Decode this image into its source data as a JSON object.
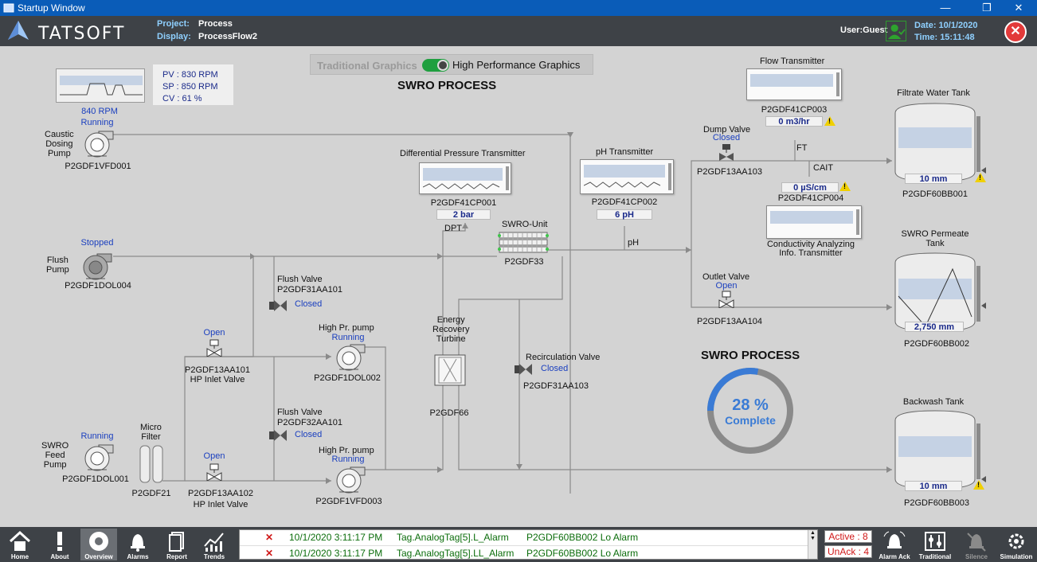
{
  "window": {
    "title": "Startup Window",
    "minimize": "—",
    "maximize": "❐",
    "close": "✕"
  },
  "header": {
    "logo": "TATSOFT",
    "project_label": "Project:",
    "project_value": "Process",
    "display_label": "Display:",
    "display_value": "ProcessFlow2",
    "user": "User:Guest",
    "date_label": "Date: 10/1/2020",
    "time_label": "Time: 15:11:48"
  },
  "toggle": {
    "off_label": "Traditional Graphics",
    "on_label": "High Performance Graphics"
  },
  "trend": {
    "rpm": "840 RPM",
    "status": "Running",
    "pv": "PV : 830 RPM",
    "sp": "SP : 850 RPM",
    "cv": "CV : 61 %"
  },
  "titles": {
    "main": "SWRO PROCESS",
    "secondary": "SWRO PROCESS"
  },
  "gauge": {
    "value": "28 %",
    "label": "Complete",
    "fraction": 0.28
  },
  "equipment": {
    "caustic_pump": {
      "name": "Caustic\nDosing\nPump",
      "tag": "P2GDF1VFD001"
    },
    "flush_pump": {
      "name": "Flush\nPump",
      "status": "Stopped",
      "tag": "P2GDF1DOL004"
    },
    "swro_feed_pump": {
      "name": "SWRO\nFeed\nPump",
      "status": "Running",
      "tag": "P2GDF1DOL001"
    },
    "micro_filter": {
      "name": "Micro\nFilter",
      "tag": "P2GDF21"
    },
    "hp_inlet_valve_1": {
      "status": "Open",
      "tag": "P2GDF13AA101",
      "name": "HP Inlet Valve"
    },
    "hp_inlet_valve_2": {
      "status": "Open",
      "tag": "P2GDF13AA102",
      "name": "HP Inlet Valve"
    },
    "flush_valve_1": {
      "name": "Flush Valve",
      "tag": "P2GDF31AA101",
      "status": "Closed"
    },
    "flush_valve_2": {
      "name": "Flush Valve",
      "tag": "P2GDF32AA101",
      "status": "Closed"
    },
    "hp_pump_1": {
      "name": "High Pr. pump",
      "status": "Running",
      "tag": "P2GDF1DOL002"
    },
    "hp_pump_2": {
      "name": "High Pr. pump",
      "status": "Running",
      "tag": "P2GDF1VFD003"
    },
    "energy_turbine": {
      "name": "Energy\nRecovery\nTurbine",
      "tag": "P2GDF66"
    },
    "recirc_valve": {
      "name": "Recirculation Valve",
      "status": "Closed",
      "tag": "P2GDF31AA103"
    },
    "dpt": {
      "name": "Differential Pressure Transmitter",
      "tag": "P2GDF41CP001",
      "value": "2 bar",
      "line_label": "DPT"
    },
    "swro_unit": {
      "name": "SWRO-Unit",
      "tag": "P2GDF33"
    },
    "ph_trans": {
      "name": "pH Transmitter",
      "tag": "P2GDF41CP002",
      "value": "6 pH",
      "line_label": "pH"
    },
    "flow_trans": {
      "name": "Flow Transmitter",
      "tag": "P2GDF41CP003",
      "value": "0 m3/hr",
      "line_label": "FT"
    },
    "dump_valve": {
      "name": "Dump Valve",
      "status": "Closed",
      "tag": "P2GDF13AA103"
    },
    "cond_trans": {
      "name": "Conductivity Analyzing\nInfo. Transmitter",
      "tag": "P2GDF41CP004",
      "value": "0 µS/cm",
      "line_label": "CAIT"
    },
    "outlet_valve": {
      "name": "Outlet Valve",
      "status": "Open",
      "tag": "P2GDF13AA104"
    },
    "filtrate_tank": {
      "name": "Filtrate Water Tank",
      "level": "10 mm",
      "tag": "P2GDF60BB001"
    },
    "permeate_tank": {
      "name": "SWRO Permeate\nTank",
      "level": "2,750 mm",
      "tag": "P2GDF60BB002"
    },
    "backwash_tank": {
      "name": "Backwash Tank",
      "level": "10 mm",
      "tag": "P2GDF60BB003"
    }
  },
  "nav": [
    {
      "label": "Home",
      "icon": "home-icon"
    },
    {
      "label": "About",
      "icon": "exclamation-icon"
    },
    {
      "label": "Overview",
      "icon": "overview-icon"
    },
    {
      "label": "Alarms",
      "icon": "bell-icon"
    },
    {
      "label": "Report",
      "icon": "report-icon"
    },
    {
      "label": "Trends",
      "icon": "trend-icon"
    }
  ],
  "nav_right": [
    {
      "label": "Alarm Ack",
      "icon": "alarm-ack-icon"
    },
    {
      "label": "Traditional",
      "icon": "traditional-icon"
    },
    {
      "label": "Silence",
      "icon": "silence-icon"
    },
    {
      "label": "Simulation",
      "icon": "simulation-icon"
    }
  ],
  "alarms": [
    {
      "date": "10/1/2020 3:11:17 PM",
      "tag": "Tag.AnalogTag[5].L_Alarm",
      "message": "P2GDF60BB002 Lo Alarm"
    },
    {
      "date": "10/1/2020 3:11:17 PM",
      "tag": "Tag.AnalogTag[5].LL_Alarm",
      "message": "P2GDF60BB002 Lo Alarm"
    }
  ],
  "counters": {
    "active": "Active : 8",
    "unack": "UnAck : 4"
  },
  "colors": {
    "header": "#3e4247",
    "canvas": "#d3d3d3",
    "status_blue": "#1a3fbf",
    "gauge_blue": "#3a7bd5"
  }
}
